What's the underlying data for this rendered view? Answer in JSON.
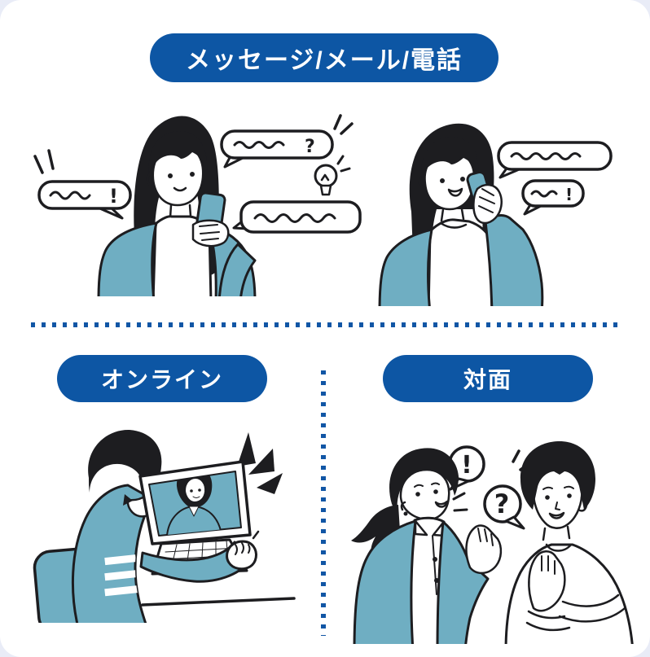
{
  "palette": {
    "outer_bg": "#e9ecf7",
    "card_bg": "#ffffff",
    "badge_blue": "#0d56a4",
    "badge_text": "#ffffff",
    "dot_blue": "#1156a5",
    "teal": "#6faec2",
    "ink": "#1d1d20"
  },
  "badges": {
    "remote": {
      "label": "メッセージ/メール/電話"
    },
    "online": {
      "label": "オンライン"
    },
    "in_person": {
      "label": "対面"
    }
  },
  "marks": {
    "exclamation": "!",
    "question": "?"
  },
  "illustrations": {
    "texting": "woman-texting-with-speech-bubbles",
    "calling": "woman-talking-on-phone-with-speech-bubbles",
    "online": "man-in-video-call-on-laptop",
    "in_person": "two-people-talking-face-to-face"
  }
}
